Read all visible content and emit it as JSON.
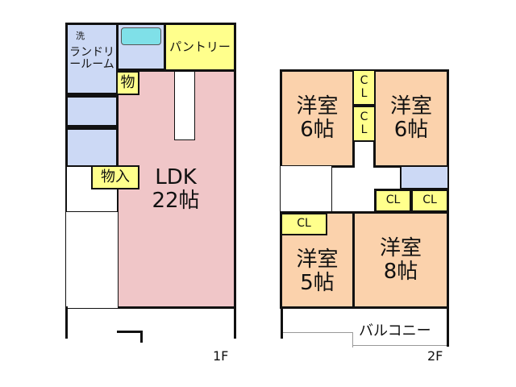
{
  "floor1": {
    "label": "1F",
    "rooms": {
      "laundry_mark": "洗",
      "laundry": "ランドリールーム",
      "pantry": "パントリー",
      "storage_small": "物",
      "storage": "物入",
      "ldk": "LDK",
      "ldk_size": "22帖"
    }
  },
  "floor2": {
    "label": "2F",
    "rooms": {
      "room_a": "洋室",
      "room_a_size": "6帖",
      "room_b": "洋室",
      "room_b_size": "6帖",
      "room_c": "洋室",
      "room_c_size": "5帖",
      "room_d": "洋室",
      "room_d_size": "8帖",
      "closet": "CL",
      "closet_vertical": "C L",
      "balcony": "バルコニー"
    }
  },
  "colors": {
    "wet": "#ccd9f5",
    "storage": "#ffff8c",
    "ldk": "#f0c6c8",
    "bedroom": "#fbd2ac"
  }
}
